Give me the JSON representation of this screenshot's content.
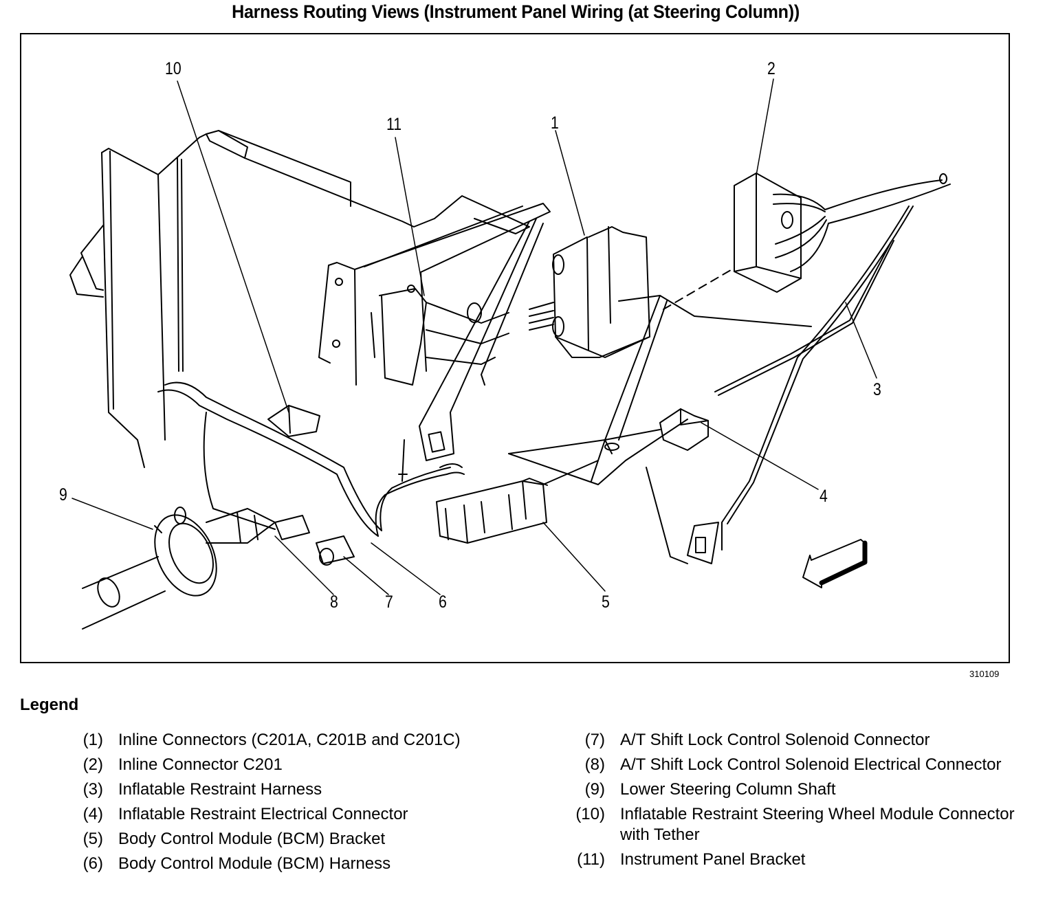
{
  "title": "Harness Routing Views (Instrument Panel Wiring (at Steering Column))",
  "figure_id": "310109",
  "callouts": {
    "c1": "1",
    "c2": "2",
    "c3": "3",
    "c4": "4",
    "c5": "5",
    "c6": "6",
    "c7": "7",
    "c8": "8",
    "c9": "9",
    "c10": "10",
    "c11": "11"
  },
  "legend": {
    "title": "Legend",
    "items": [
      {
        "num": "(1)",
        "text": "Inline Connectors (C201A, C201B and C201C)"
      },
      {
        "num": "(2)",
        "text": "Inline Connector C201"
      },
      {
        "num": "(3)",
        "text": "Inflatable Restraint Harness"
      },
      {
        "num": "(4)",
        "text": "Inflatable Restraint Electrical Connector"
      },
      {
        "num": "(5)",
        "text": "Body Control Module (BCM) Bracket"
      },
      {
        "num": "(6)",
        "text": "Body Control Module (BCM) Harness"
      },
      {
        "num": "(7)",
        "text": "A/T Shift Lock Control Solenoid Connector"
      },
      {
        "num": "(8)",
        "text": "A/T Shift Lock Control Solenoid Electrical Connector"
      },
      {
        "num": "(9)",
        "text": "Lower Steering Column Shaft"
      },
      {
        "num": "(10)",
        "text": "Inflatable Restraint Steering Wheel Module Connector with Tether"
      },
      {
        "num": "(11)",
        "text": "Instrument Panel Bracket"
      }
    ]
  },
  "icons": {
    "direction_arrow": "front-direction-arrow-icon"
  }
}
